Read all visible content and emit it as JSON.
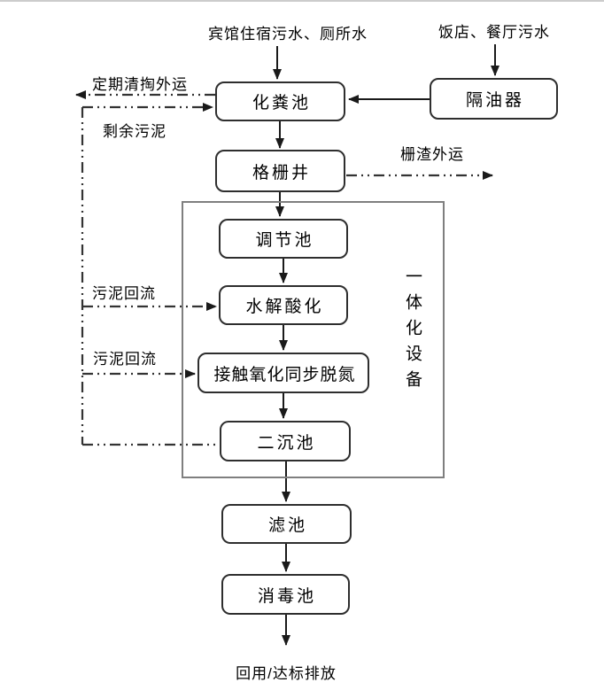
{
  "diagram": {
    "sources": {
      "hotel_sewage": "宾馆住宿污水、厕所水",
      "restaurant_sewage": "饭店、餐厅污水"
    },
    "nodes": {
      "septic_tank": "化粪池",
      "oil_separator": "隔油器",
      "grid_well": "格栅井",
      "regulating_tank": "调节池",
      "hydrolysis_acidification": "水解酸化",
      "contact_oxidation_denitrification": "接触氧化同步脱氮",
      "secondary_sedimentation": "二沉池",
      "filter_tank": "滤池",
      "disinfection_tank": "消毒池"
    },
    "integrated_equipment_label": "一体化设备",
    "flow_labels": {
      "periodic_cleanout": "定期清掏外运",
      "excess_sludge": "剩余污泥",
      "screenings_removal": "栅渣外运",
      "sludge_return_upper": "污泥回流",
      "sludge_return_lower": "污泥回流",
      "outlet": "回用/达标排放"
    },
    "edges": [
      {
        "from": "hotel_sewage",
        "to": "septic_tank",
        "style": "solid"
      },
      {
        "from": "restaurant_sewage",
        "to": "oil_separator",
        "style": "solid"
      },
      {
        "from": "oil_separator",
        "to": "septic_tank",
        "style": "solid"
      },
      {
        "from": "septic_tank",
        "to": "grid_well",
        "style": "solid"
      },
      {
        "from": "grid_well",
        "to": "regulating_tank",
        "style": "solid"
      },
      {
        "from": "regulating_tank",
        "to": "hydrolysis_acidification",
        "style": "solid"
      },
      {
        "from": "hydrolysis_acidification",
        "to": "contact_oxidation_denitrification",
        "style": "solid"
      },
      {
        "from": "contact_oxidation_denitrification",
        "to": "secondary_sedimentation",
        "style": "solid"
      },
      {
        "from": "secondary_sedimentation",
        "to": "filter_tank",
        "style": "solid"
      },
      {
        "from": "filter_tank",
        "to": "disinfection_tank",
        "style": "solid"
      },
      {
        "from": "disinfection_tank",
        "to": "outlet",
        "style": "solid"
      },
      {
        "from": "septic_tank",
        "to": "offsite",
        "style": "dash-dot",
        "label": "定期清掏外运"
      },
      {
        "from": "secondary_sedimentation",
        "to": "septic_tank",
        "style": "dash-dot",
        "label": "剩余污泥"
      },
      {
        "from": "grid_well",
        "to": "offsite",
        "style": "dash-dot",
        "label": "栅渣外运"
      },
      {
        "from": "secondary_sedimentation",
        "to": "hydrolysis_acidification",
        "style": "dash-dot",
        "label": "污泥回流"
      },
      {
        "from": "secondary_sedimentation",
        "to": "contact_oxidation_denitrification",
        "style": "dash-dot",
        "label": "污泥回流"
      }
    ],
    "colors": {
      "solid_line": "#1a1a1a",
      "dash_line": "#333333",
      "box_border": "#2e2e2e",
      "container_border": "#7f7f7f",
      "text": "#000000",
      "background": "#ffffff",
      "top_rule": "#cccccc"
    }
  }
}
